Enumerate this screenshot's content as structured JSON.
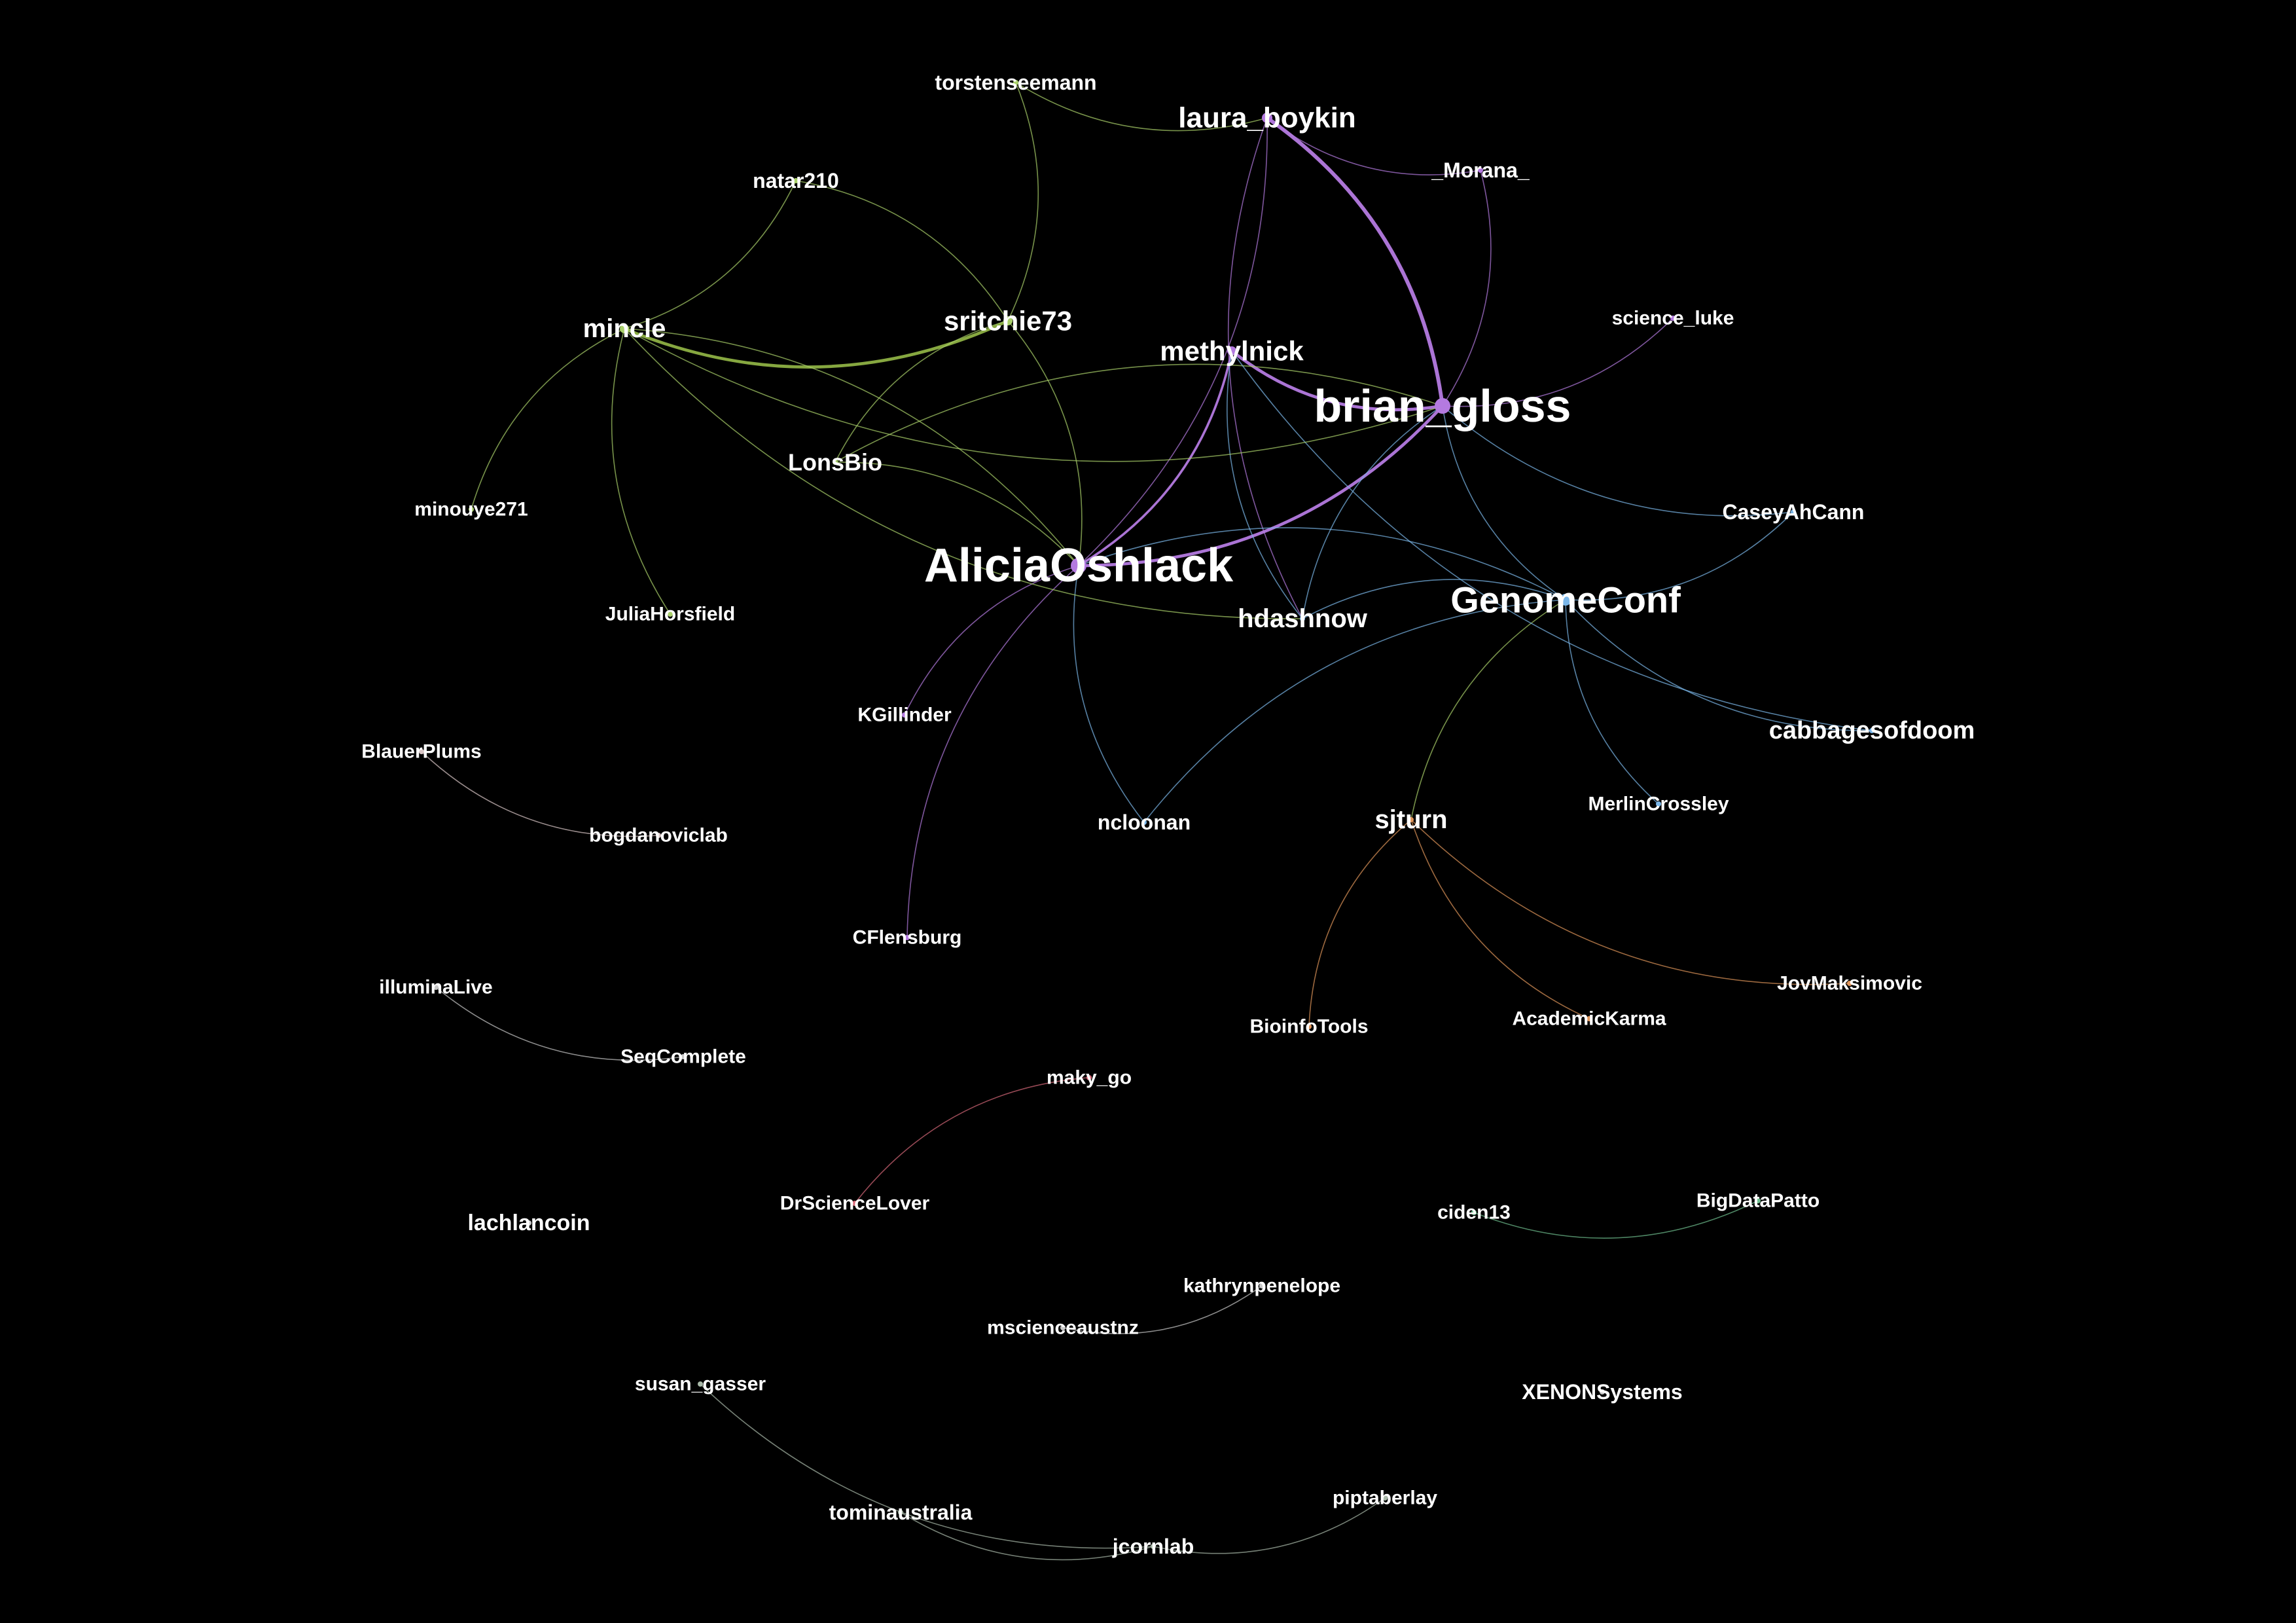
{
  "graph": {
    "nodes": [
      {
        "id": "AliciaOshlack",
        "label": "AliciaOshlack",
        "color": "#b47ae0"
      },
      {
        "id": "brian_gloss",
        "label": "brian_gloss",
        "color": "#b47ae0"
      },
      {
        "id": "GenomeConf",
        "label": "GenomeConf",
        "color": "#7ab6e8"
      },
      {
        "id": "laura_boykin",
        "label": "laura_boykin",
        "color": "#b47ae0"
      },
      {
        "id": "methylnick",
        "label": "methylnick",
        "color": "#b47ae0"
      },
      {
        "id": "sritchie73",
        "label": "sritchie73",
        "color": "#a9d06a"
      },
      {
        "id": "mincle",
        "label": "mincle",
        "color": "#a9d06a"
      },
      {
        "id": "hdashnow",
        "label": "hdashnow",
        "color": "#7ab6e8"
      },
      {
        "id": "LonsBio",
        "label": "LonsBio",
        "color": "#a9d06a"
      },
      {
        "id": "cabbagesofdoom",
        "label": "cabbagesofdoom",
        "color": "#7ab6e8"
      },
      {
        "id": "sjturn",
        "label": "sjturn",
        "color": "#e0955a"
      },
      {
        "id": "torstenseemann",
        "label": "torstenseemann",
        "color": "#a9d06a"
      },
      {
        "id": "natar210",
        "label": "natar210",
        "color": "#a9d06a"
      },
      {
        "id": "_Morana_",
        "label": "_Morana_",
        "color": "#b47ae0"
      },
      {
        "id": "science_luke",
        "label": "science_luke",
        "color": "#b47ae0"
      },
      {
        "id": "CaseyAhCann",
        "label": "CaseyAhCann",
        "color": "#7ab6e8"
      },
      {
        "id": "minouye271",
        "label": "minouye271",
        "color": "#a9d06a"
      },
      {
        "id": "JuliaHorsfield",
        "label": "JuliaHorsfield",
        "color": "#a9d06a"
      },
      {
        "id": "KGillinder",
        "label": "KGillinder",
        "color": "#b47ae0"
      },
      {
        "id": "ncloonan",
        "label": "ncloonan",
        "color": "#7ab6e8"
      },
      {
        "id": "MerlinCrossley",
        "label": "MerlinCrossley",
        "color": "#7ab6e8"
      },
      {
        "id": "CFlensburg",
        "label": "CFlensburg",
        "color": "#b47ae0"
      },
      {
        "id": "BlauerPlums",
        "label": "BlauerPlums",
        "color": "#d9c6c6"
      },
      {
        "id": "bogdanoviclab",
        "label": "bogdanoviclab",
        "color": "#d9c6c6"
      },
      {
        "id": "illuminaLive",
        "label": "illuminaLive",
        "color": "#c8c8c8"
      },
      {
        "id": "SeqComplete",
        "label": "SeqComplete",
        "color": "#c8c8c8"
      },
      {
        "id": "BioinfoTools",
        "label": "BioinfoTools",
        "color": "#e0955a"
      },
      {
        "id": "AcademicKarma",
        "label": "AcademicKarma",
        "color": "#e0955a"
      },
      {
        "id": "JovMaksimovic",
        "label": "JovMaksimovic",
        "color": "#e0955a"
      },
      {
        "id": "maky_go",
        "label": "maky_go",
        "color": "#d96a7a"
      },
      {
        "id": "DrScienceLover",
        "label": "DrScienceLover",
        "color": "#d96a7a"
      },
      {
        "id": "lachlancoin",
        "label": "lachlancoin",
        "color": "#c8c8c8"
      },
      {
        "id": "ciden13",
        "label": "ciden13",
        "color": "#6fbf8f"
      },
      {
        "id": "BigDataPatto",
        "label": "BigDataPatto",
        "color": "#6fbf8f"
      },
      {
        "id": "kathrynpenelope",
        "label": "kathrynpenelope",
        "color": "#c8c8c8"
      },
      {
        "id": "mscienceaustnz",
        "label": "mscienceaustnz",
        "color": "#c8c8c8"
      },
      {
        "id": "susan_gasser",
        "label": "susan_gasser",
        "color": "#a8b8a8"
      },
      {
        "id": "XENONSystems",
        "label": "XENONSystems",
        "color": "#c8c8c8"
      },
      {
        "id": "piptaberlay",
        "label": "piptaberlay",
        "color": "#a8b8a8"
      },
      {
        "id": "tominaustralia",
        "label": "tominaustralia",
        "color": "#a8b8a8"
      },
      {
        "id": "jcornlab",
        "label": "jcornlab",
        "color": "#a8b8a8"
      }
    ],
    "edges": [
      {
        "source": "brian_gloss",
        "target": "laura_boykin",
        "weight": 4,
        "color": "#b47ae0"
      },
      {
        "source": "AliciaOshlack",
        "target": "brian_gloss",
        "weight": 3,
        "color": "#b47ae0"
      },
      {
        "source": "methylnick",
        "target": "brian_gloss",
        "weight": 3,
        "color": "#b47ae0"
      },
      {
        "source": "AliciaOshlack",
        "target": "methylnick",
        "weight": 2,
        "color": "#b47ae0"
      },
      {
        "source": "mincle",
        "target": "sritchie73",
        "weight": 3,
        "color": "#8db043"
      },
      {
        "source": "AliciaOshlack",
        "target": "laura_boykin",
        "weight": 1,
        "color": "#b47ae0"
      },
      {
        "source": "laura_boykin",
        "target": "_Morana_",
        "weight": 1,
        "color": "#b47ae0"
      },
      {
        "source": "brian_gloss",
        "target": "_Morana_",
        "weight": 1,
        "color": "#b47ae0"
      },
      {
        "source": "brian_gloss",
        "target": "science_luke",
        "weight": 1,
        "color": "#b47ae0"
      },
      {
        "source": "brian_gloss",
        "target": "CaseyAhCann",
        "weight": 1,
        "color": "#7ab6e8"
      },
      {
        "source": "brian_gloss",
        "target": "GenomeConf",
        "weight": 1,
        "color": "#7ab6e8"
      },
      {
        "source": "brian_gloss",
        "target": "hdashnow",
        "weight": 1,
        "color": "#7ab6e8"
      },
      {
        "source": "brian_gloss",
        "target": "LonsBio",
        "weight": 1,
        "color": "#a9d06a"
      },
      {
        "source": "laura_boykin",
        "target": "hdashnow",
        "weight": 1,
        "color": "#b47ae0"
      },
      {
        "source": "GenomeConf",
        "target": "AliciaOshlack",
        "weight": 1,
        "color": "#7ab6e8"
      },
      {
        "source": "GenomeConf",
        "target": "CaseyAhCann",
        "weight": 1,
        "color": "#7ab6e8"
      },
      {
        "source": "GenomeConf",
        "target": "cabbagesofdoom",
        "weight": 1,
        "color": "#7ab6e8"
      },
      {
        "source": "GenomeConf",
        "target": "hdashnow",
        "weight": 1,
        "color": "#7ab6e8"
      },
      {
        "source": "GenomeConf",
        "target": "MerlinCrossley",
        "weight": 1,
        "color": "#7ab6e8"
      },
      {
        "source": "GenomeConf",
        "target": "ncloonan",
        "weight": 1,
        "color": "#7ab6e8"
      },
      {
        "source": "GenomeConf",
        "target": "sjturn",
        "weight": 1,
        "color": "#a9d06a"
      },
      {
        "source": "methylnick",
        "target": "cabbagesofdoom",
        "weight": 1,
        "color": "#7ab6e8"
      },
      {
        "source": "methylnick",
        "target": "hdashnow",
        "weight": 1,
        "color": "#7ab6e8"
      },
      {
        "source": "AliciaOshlack",
        "target": "KGillinder",
        "weight": 1,
        "color": "#b47ae0"
      },
      {
        "source": "AliciaOshlack",
        "target": "CFlensburg",
        "weight": 1,
        "color": "#b47ae0"
      },
      {
        "source": "AliciaOshlack",
        "target": "ncloonan",
        "weight": 1,
        "color": "#7ab6e8"
      },
      {
        "source": "AliciaOshlack",
        "target": "mincle",
        "weight": 1,
        "color": "#a9d06a"
      },
      {
        "source": "AliciaOshlack",
        "target": "LonsBio",
        "weight": 1,
        "color": "#a9d06a"
      },
      {
        "source": "AliciaOshlack",
        "target": "sritchie73",
        "weight": 1,
        "color": "#a9d06a"
      },
      {
        "source": "mincle",
        "target": "natar210",
        "weight": 1,
        "color": "#a9d06a"
      },
      {
        "source": "mincle",
        "target": "minouye271",
        "weight": 1,
        "color": "#a9d06a"
      },
      {
        "source": "mincle",
        "target": "JuliaHorsfield",
        "weight": 1,
        "color": "#a9d06a"
      },
      {
        "source": "mincle",
        "target": "hdashnow",
        "weight": 1,
        "color": "#a9d06a"
      },
      {
        "source": "mincle",
        "target": "brian_gloss",
        "weight": 1,
        "color": "#a9d06a"
      },
      {
        "source": "sritchie73",
        "target": "torstenseemann",
        "weight": 1,
        "color": "#a9d06a"
      },
      {
        "source": "sritchie73",
        "target": "natar210",
        "weight": 1,
        "color": "#a9d06a"
      },
      {
        "source": "sritchie73",
        "target": "LonsBio",
        "weight": 1,
        "color": "#a9d06a"
      },
      {
        "source": "torstenseemann",
        "target": "laura_boykin",
        "weight": 1,
        "color": "#a9d06a"
      },
      {
        "source": "sjturn",
        "target": "BioinfoTools",
        "weight": 1,
        "color": "#e0955a"
      },
      {
        "source": "sjturn",
        "target": "AcademicKarma",
        "weight": 1,
        "color": "#e0955a"
      },
      {
        "source": "sjturn",
        "target": "JovMaksimovic",
        "weight": 1,
        "color": "#e0955a"
      },
      {
        "source": "BlauerPlums",
        "target": "bogdanoviclab",
        "weight": 1,
        "color": "#d9c6c6"
      },
      {
        "source": "illuminaLive",
        "target": "SeqComplete",
        "weight": 1,
        "color": "#c8c8c8"
      },
      {
        "source": "maky_go",
        "target": "DrScienceLover",
        "weight": 1,
        "color": "#d96a7a"
      },
      {
        "source": "ciden13",
        "target": "BigDataPatto",
        "weight": 1,
        "color": "#6fbf8f"
      },
      {
        "source": "mscienceaustnz",
        "target": "kathrynpenelope",
        "weight": 1,
        "color": "#c8c8c8"
      },
      {
        "source": "susan_gasser",
        "target": "jcornlab",
        "weight": 1,
        "color": "#a8b8a8"
      },
      {
        "source": "tominaustralia",
        "target": "jcornlab",
        "weight": 1,
        "color": "#a8b8a8"
      },
      {
        "source": "jcornlab",
        "target": "piptaberlay",
        "weight": 1,
        "color": "#a8b8a8"
      }
    ]
  }
}
